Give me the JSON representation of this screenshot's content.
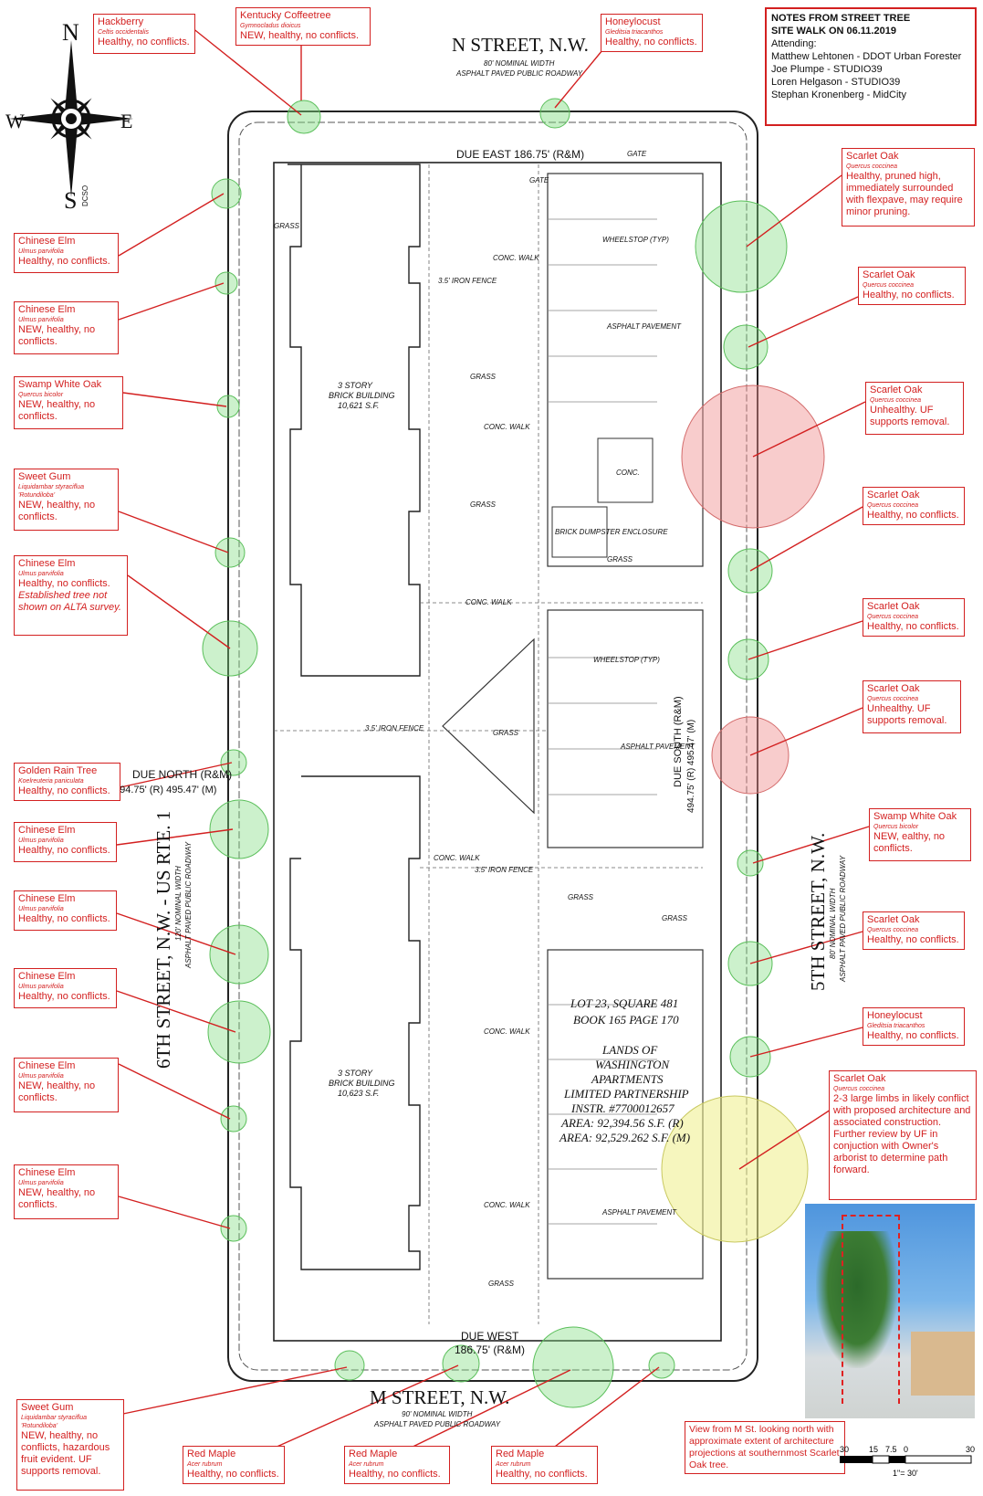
{
  "notes": {
    "title_line1": "NOTES FROM STREET TREE",
    "title_line2": "SITE WALK ON 06.11.2019",
    "attending_label": "Attending:",
    "attendees": [
      "Matthew Lehtonen - DDOT Urban Forester",
      "Joe Plumpe - STUDIO39",
      "Loren Helgason - STUDIO39",
      "Stephan Kronenberg - MidCity"
    ]
  },
  "streets": {
    "north": "N STREET, N.W.",
    "north_sub1": "80' NOMINAL WIDTH",
    "north_sub2": "ASPHALT PAVED PUBLIC ROADWAY",
    "south": "M STREET, N.W.",
    "south_sub1": "90' NOMINAL WIDTH",
    "south_sub2": "ASPHALT PAVED PUBLIC ROADWAY",
    "west": "6TH STREET, N.W. - US RTE. 1",
    "west_sub1": "120' NOMINAL WIDTH",
    "west_sub2": "ASPHALT PAVED PUBLIC ROADWAY",
    "east": "5TH STREET, N.W.",
    "east_sub1": "80' NOMINAL WIDTH",
    "east_sub2": "ASPHALT PAVED PUBLIC ROADWAY"
  },
  "bearings": {
    "due_east": "DUE EAST  186.75' (R&M)",
    "due_west": "DUE WEST",
    "due_west_dist": "186.75' (R&M)",
    "due_north": "DUE NORTH (R&M)",
    "due_north_dist": "494.75' (R) 495.47' (M)",
    "due_south": "DUE SOUTH (R&M)",
    "due_south_dist": "494.75' (R) 495.47' (M)"
  },
  "lot": {
    "l1": "LOT 23, SQUARE 481",
    "l2": "BOOK 165 PAGE 170",
    "l3": "LANDS OF",
    "l4": "WASHINGTON",
    "l5": "APARTMENTS",
    "l6": "LIMITED PARTNERSHIP",
    "l7": "INSTR. #7700012657",
    "l8": "AREA: 92,394.56 S.F. (R)",
    "l9": "AREA: 92,529.262 S.F. (M)"
  },
  "buildings": {
    "north_b1": "3 STORY",
    "north_b2": "BRICK BUILDING",
    "north_b3": "10,621 S.F.",
    "south_b1": "3 STORY",
    "south_b2": "BRICK BUILDING",
    "south_b3": "10,623 S.F."
  },
  "plan_labels": {
    "grass": "GRASS",
    "conc_walk": "CONC. WALK",
    "asphalt": "ASPHALT PAVEMENT",
    "dumpster": "BRICK DUMPSTER ENCLOSURE",
    "conc": "CONC.",
    "iron_fence": "3.5' IRON FENCE",
    "gate": "GATE",
    "wheelstop": "WHEELSTOP (TYP)"
  },
  "compass": {
    "n": "N",
    "s": "S",
    "e": "E",
    "w": "W",
    "tag": "DCSO"
  },
  "annotations": [
    {
      "id": "hackberry",
      "name": "Hackberry",
      "sci": "Celtis occidentalis",
      "desc": "Healthy, no conflicts.",
      "status": "healthy"
    },
    {
      "id": "kentucky-coffeetree",
      "name": "Kentucky Coffeetree",
      "sci": "Gymnocladus dioicus",
      "desc": "NEW, healthy, no conflicts.",
      "status": "healthy"
    },
    {
      "id": "honeylocust-n",
      "name": "Honeylocust",
      "sci": "Gleditsia triacanthos",
      "desc": "Healthy, no conflicts.",
      "status": "healthy"
    },
    {
      "id": "scarlet-oak-1",
      "name": "Scarlet Oak",
      "sci": "Quercus coccinea",
      "desc": "Healthy, pruned high, immediately surrounded with flexpave, may require minor pruning.",
      "status": "healthy"
    },
    {
      "id": "scarlet-oak-2",
      "name": "Scarlet Oak",
      "sci": "Quercus coccinea",
      "desc": "Healthy, no conflicts.",
      "status": "healthy"
    },
    {
      "id": "scarlet-oak-3",
      "name": "Scarlet Oak",
      "sci": "Quercus coccinea",
      "desc": "Unhealthy. UF supports removal.",
      "status": "remove"
    },
    {
      "id": "scarlet-oak-4",
      "name": "Scarlet Oak",
      "sci": "Quercus coccinea",
      "desc": "Healthy, no conflicts.",
      "status": "healthy"
    },
    {
      "id": "scarlet-oak-5",
      "name": "Scarlet Oak",
      "sci": "Quercus coccinea",
      "desc": "Healthy, no conflicts.",
      "status": "healthy"
    },
    {
      "id": "scarlet-oak-6",
      "name": "Scarlet Oak",
      "sci": "Quercus coccinea",
      "desc": "Unhealthy. UF supports removal.",
      "status": "remove"
    },
    {
      "id": "swamp-white-oak-e",
      "name": "Swamp White Oak",
      "sci": "Quercus bicolor",
      "desc": "NEW, ealthy, no conflicts.",
      "status": "healthy"
    },
    {
      "id": "scarlet-oak-7",
      "name": "Scarlet Oak",
      "sci": "Quercus coccinea",
      "desc": "Healthy, no conflicts.",
      "status": "healthy"
    },
    {
      "id": "honeylocust-e",
      "name": "Honeylocust",
      "sci": "Gleditsia triacanthos",
      "desc": "Healthy, no conflicts.",
      "status": "healthy"
    },
    {
      "id": "scarlet-oak-8",
      "name": "Scarlet Oak",
      "sci": "Quercus coccinea",
      "desc": "2-3 large limbs in likely conflict with proposed architecture and associated construction. Further review by UF in conjuction with Owner's arborist to determine path forward.",
      "status": "review"
    },
    {
      "id": "chinese-elm-1",
      "name": "Chinese Elm",
      "sci": "Ulmus parvifolia",
      "desc": "Healthy, no conflicts.",
      "status": "healthy"
    },
    {
      "id": "chinese-elm-2",
      "name": "Chinese Elm",
      "sci": "Ulmus parvifolia",
      "desc": "NEW, healthy, no conflicts.",
      "status": "healthy"
    },
    {
      "id": "swamp-white-oak-w",
      "name": "Swamp White Oak",
      "sci": "Quercus bicolor",
      "desc": "NEW, healthy, no conflicts.",
      "status": "healthy"
    },
    {
      "id": "sweet-gum-1",
      "name": "Sweet Gum",
      "sci": "Liquidambar styraciflua 'Rotundiloba'",
      "desc": "NEW, healthy, no conflicts.",
      "status": "healthy"
    },
    {
      "id": "chinese-elm-3",
      "name": "Chinese Elm",
      "sci": "Ulmus parvifolia",
      "desc": "Healthy, no conflicts.",
      "desc2": "Established tree not shown on ALTA survey.",
      "status": "healthy"
    },
    {
      "id": "golden-rain-tree",
      "name": "Golden Rain Tree",
      "sci": "Koelreuteria paniculata",
      "desc": "Healthy, no conflicts.",
      "status": "healthy"
    },
    {
      "id": "chinese-elm-4",
      "name": "Chinese Elm",
      "sci": "Ulmus parvifolia",
      "desc": "Healthy, no conflicts.",
      "status": "healthy"
    },
    {
      "id": "chinese-elm-5",
      "name": "Chinese Elm",
      "sci": "Ulmus parvifolia",
      "desc": "Healthy, no conflicts.",
      "status": "healthy"
    },
    {
      "id": "chinese-elm-6",
      "name": "Chinese Elm",
      "sci": "Ulmus parvifolia",
      "desc": "Healthy, no conflicts.",
      "status": "healthy"
    },
    {
      "id": "chinese-elm-7",
      "name": "Chinese Elm",
      "sci": "Ulmus parvifolia",
      "desc": "NEW, healthy, no conflicts.",
      "status": "healthy"
    },
    {
      "id": "chinese-elm-8",
      "name": "Chinese Elm",
      "sci": "Ulmus parvifolia",
      "desc": "NEW, healthy, no conflicts.",
      "status": "healthy"
    },
    {
      "id": "sweet-gum-2",
      "name": "Sweet Gum",
      "sci": "Liquidambar styraciflua 'Rotundiloba'",
      "desc": "NEW, healthy, no conflicts, hazardous fruit evident. UF supports removal.",
      "status": "remove"
    },
    {
      "id": "red-maple-1",
      "name": "Red Maple",
      "sci": "Acer rubrum",
      "desc": "Healthy, no conflicts.",
      "status": "healthy"
    },
    {
      "id": "red-maple-2",
      "name": "Red Maple",
      "sci": "Acer rubrum",
      "desc": "Healthy, no conflicts.",
      "status": "healthy"
    },
    {
      "id": "red-maple-3",
      "name": "Red Maple",
      "sci": "Acer rubrum",
      "desc": "Healthy, no conflicts.",
      "status": "healthy"
    }
  ],
  "photo_caption": "View from M St. looking north with approximate extent of architecture projections at southernmost Scarlet Oak tree.",
  "scale": {
    "t0": "30",
    "t1": "15",
    "t2": "7.5",
    "t3": "0",
    "t4": "30",
    "ratio": "1\"= 30'"
  },
  "colors": {
    "annotation": "#d32020",
    "healthy_fill": "#7fdc7f",
    "remove_fill": "#ef8f8f",
    "review_fill": "#eeee88",
    "linework": "#222222"
  }
}
